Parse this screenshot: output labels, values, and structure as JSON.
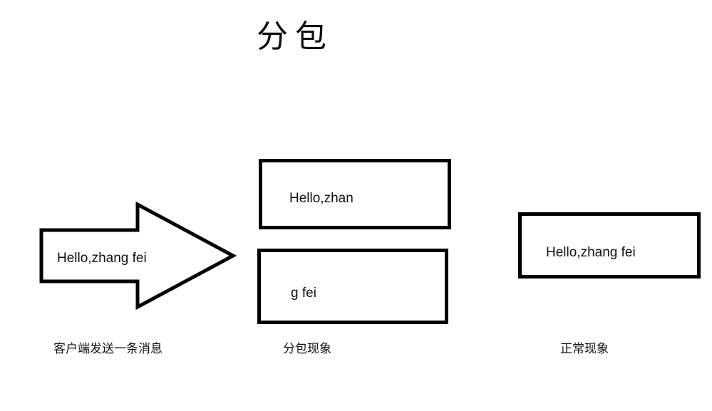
{
  "title": "分包",
  "client": {
    "message": "Hello,zhang fei",
    "caption": "客户端发送一条消息"
  },
  "split": {
    "packet_1": "Hello,zhan",
    "packet_2": "g fei",
    "caption": "分包现象"
  },
  "normal": {
    "packet": "Hello,zhang fei",
    "caption": "正常现象"
  }
}
